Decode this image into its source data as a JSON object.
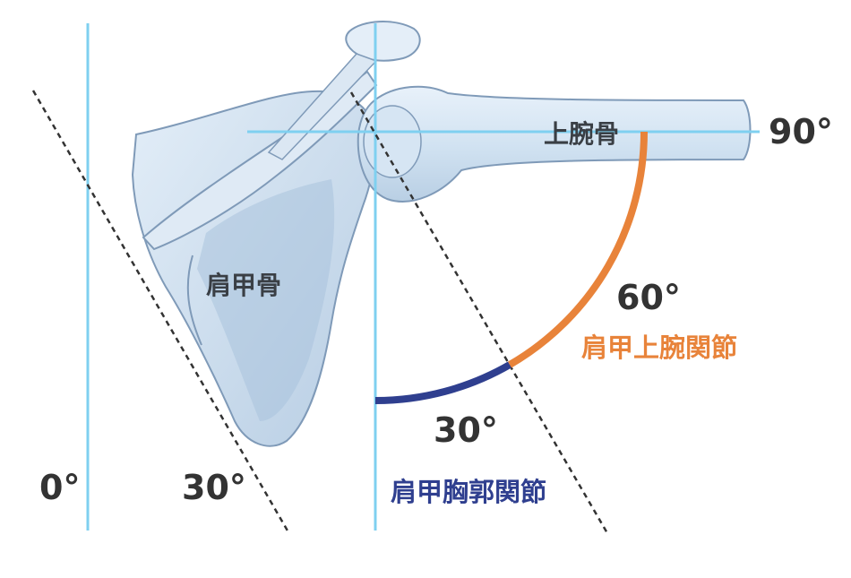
{
  "labels": {
    "scapula": "肩甲骨",
    "humerus": "上腕骨",
    "glenohumeral": "肩甲上腕関節",
    "scapulothoracic": "肩甲胸郭関節"
  },
  "angles": {
    "zero": "0°",
    "thirty_scapula": "30°",
    "sixty": "60°",
    "thirty_arc": "30°",
    "ninety": "90°"
  },
  "colors": {
    "reference_line": "#7fd0f0",
    "glenohumeral": "#e8833a",
    "scapulothoracic": "#2f3f8f",
    "bone_fill": "#c9dcee",
    "bone_outline": "#8aa6c2",
    "text": "#333333"
  }
}
